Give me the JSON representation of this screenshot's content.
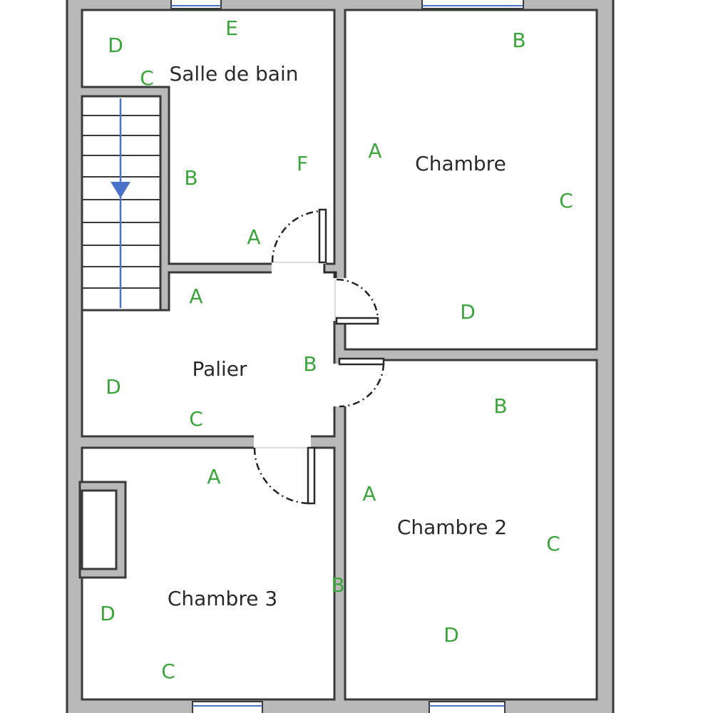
{
  "colors": {
    "wall_fill": "#b9b9b9",
    "wall_stroke": "#3a3a3a",
    "label_green": "#3aa63a",
    "stair_arrow": "#4a72c8"
  },
  "rooms": {
    "salle_de_bain": "Salle de bain",
    "chambre": "Chambre",
    "palier": "Palier",
    "chambre_2": "Chambre 2",
    "chambre_3": "Chambre 3"
  },
  "wall_labels": {
    "bath": [
      "D",
      "E",
      "C",
      "B",
      "F",
      "A"
    ],
    "chambre": [
      "B",
      "A",
      "C",
      "D"
    ],
    "palier": [
      "A",
      "D",
      "B",
      "C"
    ],
    "chambre_2": [
      "B",
      "A",
      "C",
      "D"
    ],
    "chambre_3": [
      "A",
      "B",
      "D",
      "C"
    ]
  },
  "icons": [
    "stair-down-arrow-icon"
  ]
}
